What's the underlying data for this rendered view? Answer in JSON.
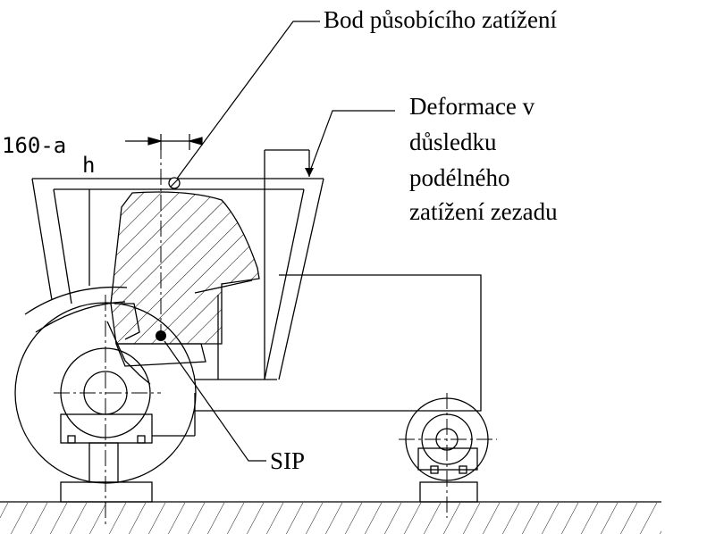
{
  "labels": {
    "load_point": "Bod působícího zatížení",
    "deformation_lines": [
      "Deformace v",
      "důsledku",
      "podélného",
      "zatížení zezadu"
    ],
    "sip": "SIP",
    "dimension": "160-a",
    "dimension_sub": "h"
  },
  "colors": {
    "line": "#000000",
    "background": "#ffffff"
  }
}
